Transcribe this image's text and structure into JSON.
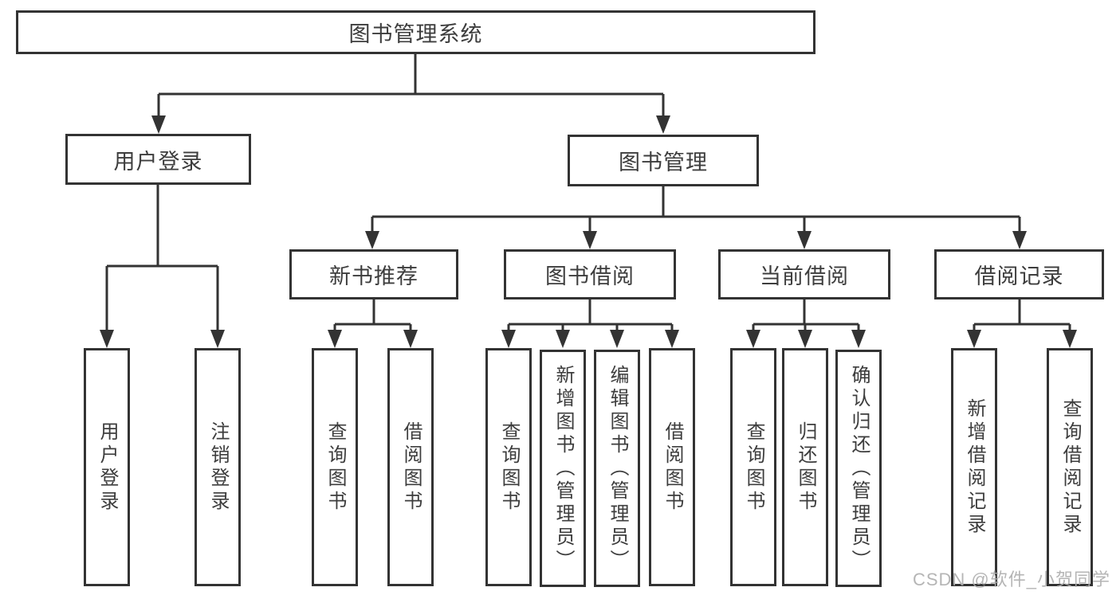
{
  "diagram_title": "图书管理系统",
  "tree": {
    "label": "图书管理系统",
    "children": [
      {
        "label": "用户登录",
        "children": [
          {
            "label": "用户登录"
          },
          {
            "label": "注销登录"
          }
        ]
      },
      {
        "label": "图书管理",
        "children": [
          {
            "label": "新书推荐",
            "children": [
              {
                "label": "查询图书"
              },
              {
                "label": "借阅图书"
              }
            ]
          },
          {
            "label": "图书借阅",
            "children": [
              {
                "label": "查询图书"
              },
              {
                "label": "新增图书（管理员）"
              },
              {
                "label": "编辑图书（管理员）"
              },
              {
                "label": "借阅图书"
              }
            ]
          },
          {
            "label": "当前借阅",
            "children": [
              {
                "label": "查询图书"
              },
              {
                "label": "归还图书"
              },
              {
                "label": "确认归还（管理员）"
              }
            ]
          },
          {
            "label": "借阅记录",
            "children": [
              {
                "label": "新增借阅记录"
              },
              {
                "label": "查询借阅记录"
              }
            ]
          }
        ]
      }
    ]
  },
  "watermark": {
    "text": "CSDN @软件_小贺同学"
  },
  "colors": {
    "line": "#333333",
    "box_border": "#333333",
    "text": "#3d3d3d",
    "watermark": "#aeaeae",
    "background": "#ffffff"
  }
}
